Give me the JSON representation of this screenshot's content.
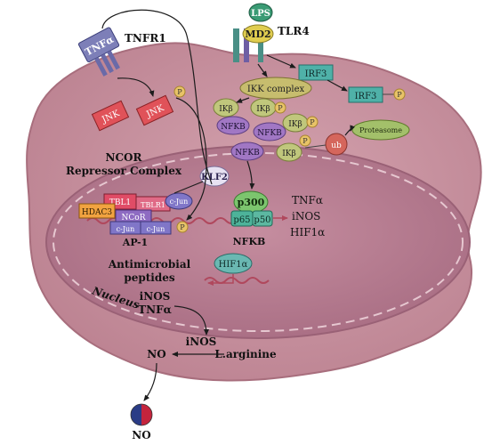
{
  "labels": {
    "tnfa_receptor": "TNFα",
    "tnfr1": "TNFR1",
    "lps": "LPS",
    "md2": "MD2",
    "tlr4": "TLR4",
    "irf3_upper": "IRF3",
    "irf3_lower": "IRF3",
    "ikk_complex": "IKK complex",
    "ikb_a": "IKβ",
    "ikb_b": "IKβ",
    "ikb_c": "IKβ",
    "ikb_d": "IKβ",
    "nfkb_a": "NFKB",
    "nfkb_b": "NFKB",
    "nfkb_c": "NFKB",
    "ub": "ub",
    "proteasome": "Proteasome",
    "jnk_a": "JNK",
    "jnk_b": "JNK",
    "ncor_title_1": "NCOR",
    "ncor_title_2": "Repressor Complex",
    "klf2": "KLF2",
    "tbl1": "TBL1",
    "tblr1": "TBLR1",
    "hdac3": "HDAC3",
    "ncor": "NCoR",
    "cjun_a": "c-Jun",
    "cjun_b": "c-Jun",
    "cjun_c": "c-Jun",
    "ap1": "AP-1",
    "p300": "p300",
    "p65": "p65",
    "p50": "p50",
    "nfkb_nuclear": "NFKB",
    "target_tnfa": "TNFα",
    "target_inos": "iNOS",
    "target_hif1a": "HIF1α",
    "hif1a_protein": "HIF1α",
    "antimicrobial_1": "Antimicrobial",
    "antimicrobial_2": "peptides",
    "nucleus": "Nucleus",
    "inos_nuc": "iNOS",
    "tnfa_nuc": "TNFα",
    "inos_cyto": "iNOS",
    "no_cyto": "NO",
    "larginine": "L.arginine",
    "no_out": "NO",
    "p_mark": "P"
  },
  "colors": {
    "cell_fill": "#c9929f",
    "cell_edge": "#a86e7d",
    "nucleus_fill": "#b97e91",
    "nucleus_edge": "#9a6176",
    "dna": "#b0485d",
    "arrow": "#1c1c1c",
    "jnk": "#e05259",
    "irf3": "#4fb1a8",
    "ikk": "#c7bd6e",
    "ikb": "#c0c77c",
    "nfkb": "#a177c4",
    "phospho": "#e8c368",
    "ub": "#d5665c",
    "proteasome": "#a3c06a",
    "tnfa_receptor": "#7d7fb8",
    "lps": "#3a9b74",
    "md2": "#e0cd4f",
    "klf2": "#e7e2f2",
    "tbl1": "#e04c66",
    "tblr1": "#e06a86",
    "hdac3": "#f1a340",
    "ncor": "#8e6bc2",
    "cjun": "#8076c8",
    "p300": "#7cc56e",
    "p65": "#4db39a",
    "p50": "#5cb8a1",
    "hif1a": "#6ab8b2",
    "no_left": "#2a3c86",
    "no_right": "#c4243d"
  }
}
